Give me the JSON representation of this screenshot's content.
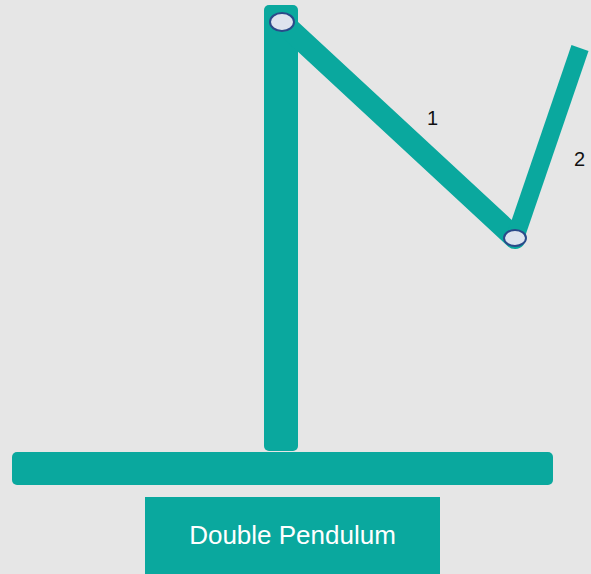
{
  "diagram": {
    "nodes": [
      {
        "text": [
          "Double Pendulum"
        ]
      }
    ],
    "labels": [
      "1",
      "2"
    ]
  }
}
